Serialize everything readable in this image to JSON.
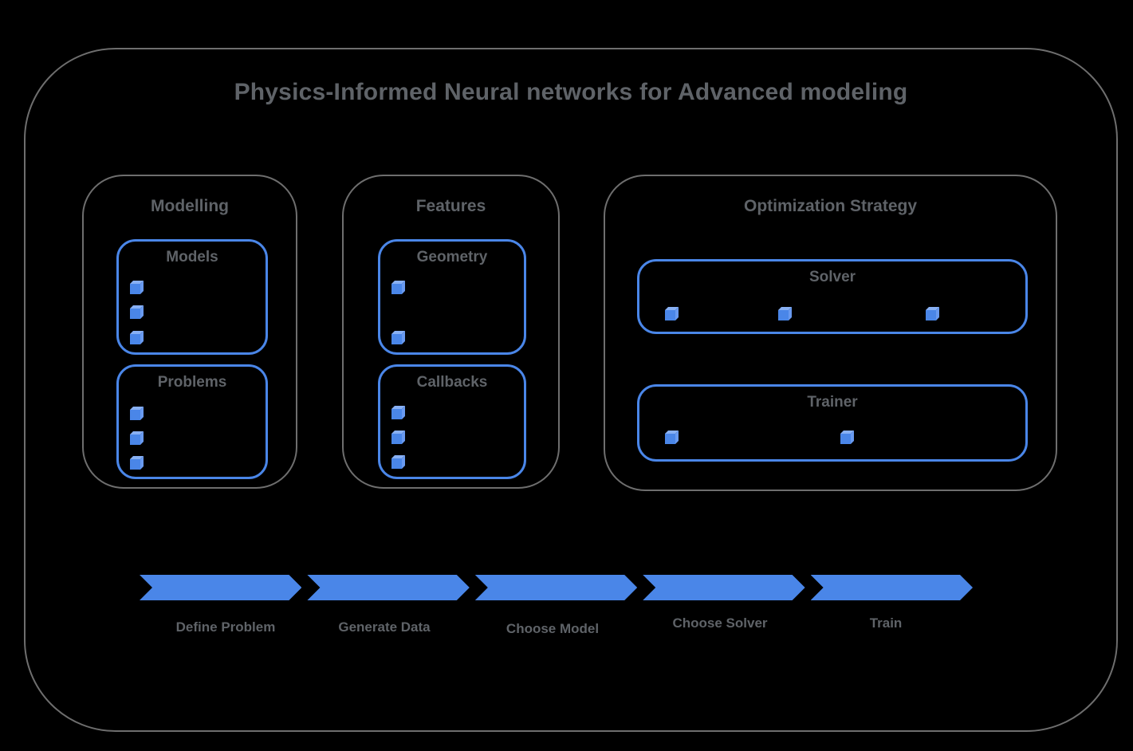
{
  "title": "Physics-Informed Neural networks for Advanced modeling",
  "sections": [
    {
      "title": "Modelling",
      "cards": [
        {
          "title": "Models",
          "bullet_count": 3
        },
        {
          "title": "Problems",
          "bullet_count": 3
        }
      ]
    },
    {
      "title": "Features",
      "cards": [
        {
          "title": "Geometry",
          "bullet_count": 2
        },
        {
          "title": "Callbacks",
          "bullet_count": 3
        }
      ]
    },
    {
      "title": "Optimization Strategy",
      "cards": [
        {
          "title": "Solver",
          "bullet_count": 3
        },
        {
          "title": "Trainer",
          "bullet_count": 2
        }
      ]
    }
  ],
  "workflow": {
    "steps": [
      {
        "label": "Define Problem"
      },
      {
        "label": "Generate Data"
      },
      {
        "label": "Choose Model"
      },
      {
        "label": "Choose Solver"
      },
      {
        "label": "Train"
      }
    ]
  },
  "icons": {
    "bullet": "cube-icon"
  },
  "colors": {
    "background": "#000000",
    "accent_blue": "#4a86e8",
    "cube_top": "#88b0f4",
    "cube_side": "#699af0",
    "border_gray": "#6e6e6e",
    "text_gray": "#5f6368"
  }
}
